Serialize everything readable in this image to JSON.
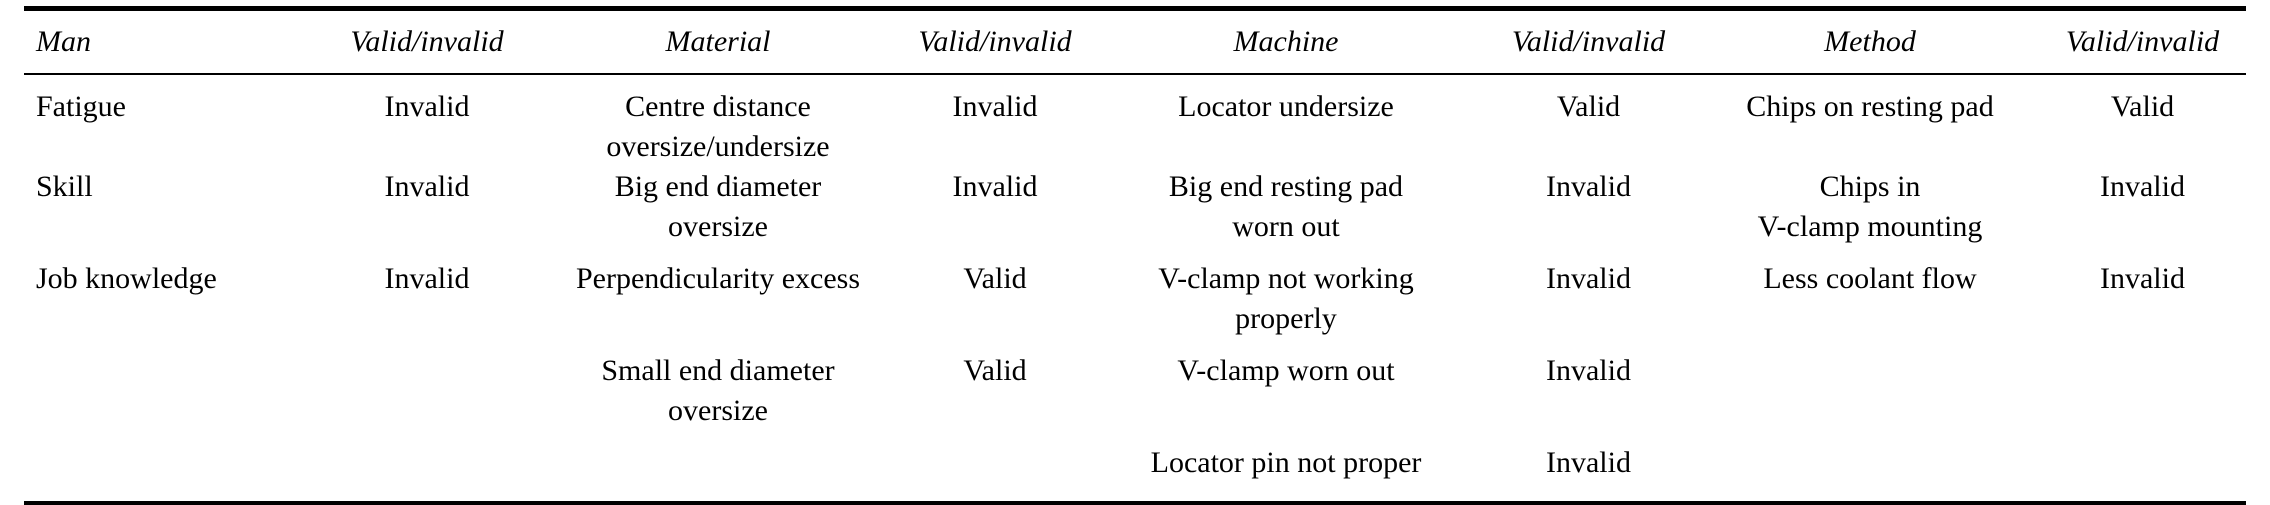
{
  "table": {
    "headers": [
      "Man",
      "Valid/invalid",
      "Material",
      "Valid/invalid",
      "Machine",
      "Valid/invalid",
      "Method",
      "Valid/invalid"
    ],
    "rows": [
      [
        "Fatigue",
        "Invalid",
        "Centre distance\noversize/undersize",
        "Invalid",
        "Locator undersize",
        "Valid",
        "Chips on resting pad",
        "Valid"
      ],
      [
        "Skill",
        "Invalid",
        "Big end diameter\noversize",
        "Invalid",
        "Big end resting pad\nworn out",
        "Invalid",
        "Chips in\nV-clamp mounting",
        "Invalid"
      ],
      [
        "Job knowledge",
        "Invalid",
        "Perpendicularity excess",
        "Valid",
        "V-clamp not working\nproperly",
        "Invalid",
        "Less coolant flow",
        "Invalid"
      ],
      [
        "",
        "",
        "Small end diameter\noversize",
        "Valid",
        "V-clamp worn out",
        "Invalid",
        "",
        ""
      ],
      [
        "",
        "",
        "",
        "",
        "Locator pin not proper",
        "Invalid",
        "",
        ""
      ]
    ]
  }
}
